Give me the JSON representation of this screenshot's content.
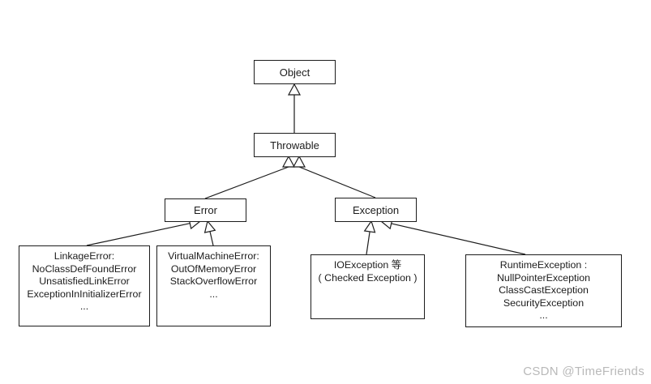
{
  "diagram": {
    "nodes": {
      "object": {
        "label": "Object"
      },
      "throwable": {
        "label": "Throwable"
      },
      "error": {
        "label": "Error"
      },
      "exception": {
        "label": "Exception"
      },
      "linkage_error": {
        "lines": [
          "LinkageError:",
          "NoClassDefFoundError",
          "UnsatisfiedLinkError",
          "ExceptionInInitializerError",
          "..."
        ]
      },
      "virtual_machine_error": {
        "lines": [
          "VirtualMachineError:",
          "OutOfMemoryError",
          "StackOverflowError",
          "..."
        ]
      },
      "io_exception": {
        "lines": [
          "IOException 等",
          "( Checked Exception )"
        ]
      },
      "runtime_exception": {
        "lines": [
          "RuntimeException :",
          "NullPointerException",
          "ClassCastException",
          "SecurityException",
          "..."
        ]
      }
    },
    "colors": {
      "line": "#1c1c1c",
      "text": "#1c1c1c",
      "node_background": "#ffffff",
      "background": "#ffffff",
      "watermark": "#b9b9b9"
    }
  },
  "watermark": {
    "text": "CSDN @TimeFriends"
  }
}
